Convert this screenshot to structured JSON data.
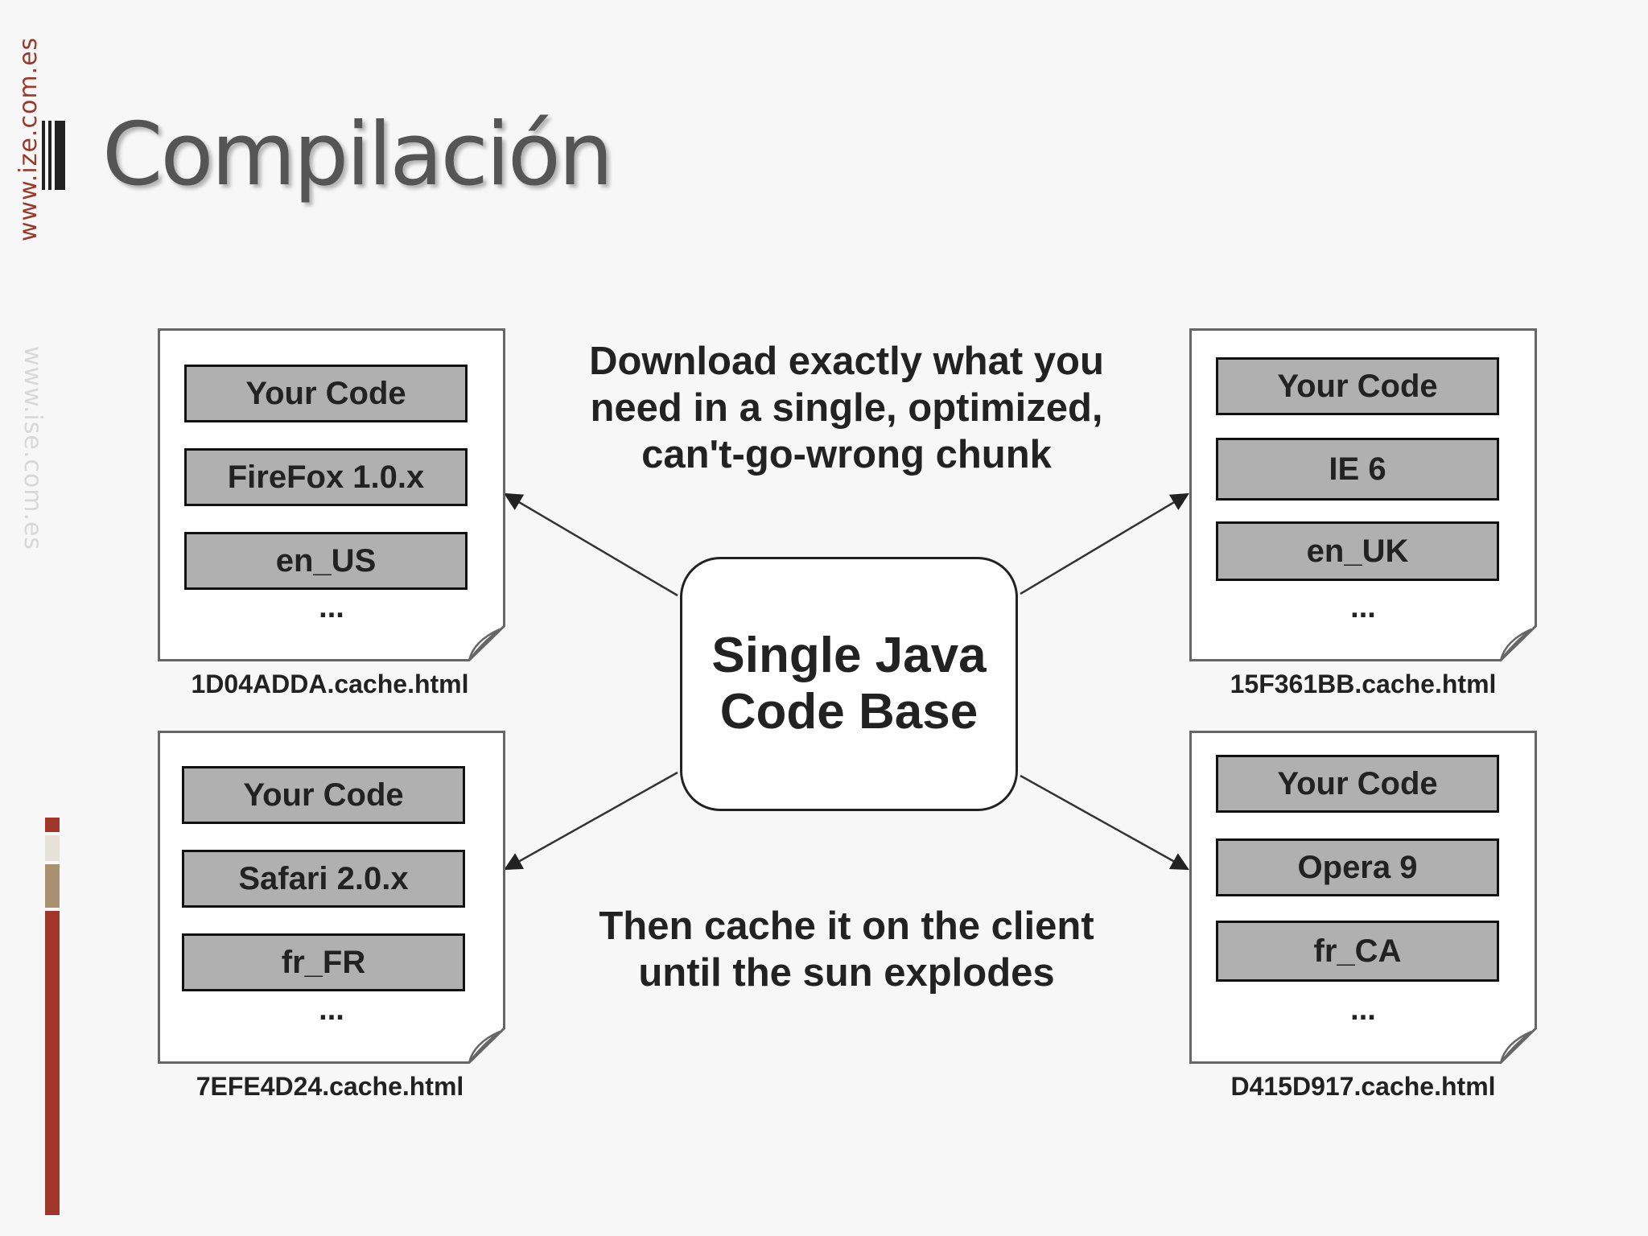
{
  "sidebar": {
    "url_text": "www.ize.com.es",
    "url_mirror_text": "www.ise.com.es"
  },
  "slide": {
    "title": "Compilación"
  },
  "diagram": {
    "center": {
      "line1": "Single Java",
      "line2": "Code Base"
    },
    "caption_top": [
      "Download exactly what you",
      "need in a single, optimized,",
      "can't-go-wrong chunk"
    ],
    "caption_bottom": [
      "Then cache it on the client",
      "until the sun explodes"
    ],
    "documents": [
      {
        "items": [
          "Your Code",
          "FireFox 1.0.x",
          "en_US"
        ],
        "ellipsis": "...",
        "filename": "1D04ADDA.cache.html"
      },
      {
        "items": [
          "Your Code",
          "IE 6",
          "en_UK"
        ],
        "ellipsis": "...",
        "filename": "15F361BB.cache.html"
      },
      {
        "items": [
          "Your Code",
          "Safari 2.0.x",
          "fr_FR"
        ],
        "ellipsis": "...",
        "filename": "7EFE4D24.cache.html"
      },
      {
        "items": [
          "Your Code",
          "Opera 9",
          "fr_CA"
        ],
        "ellipsis": "...",
        "filename": "D415D917.cache.html"
      }
    ]
  },
  "colors": {
    "accent_red": "#a0362a",
    "accent_tan": "#a89070",
    "accent_light": "#e6e2d8",
    "box_fill": "#b0b0b0"
  }
}
